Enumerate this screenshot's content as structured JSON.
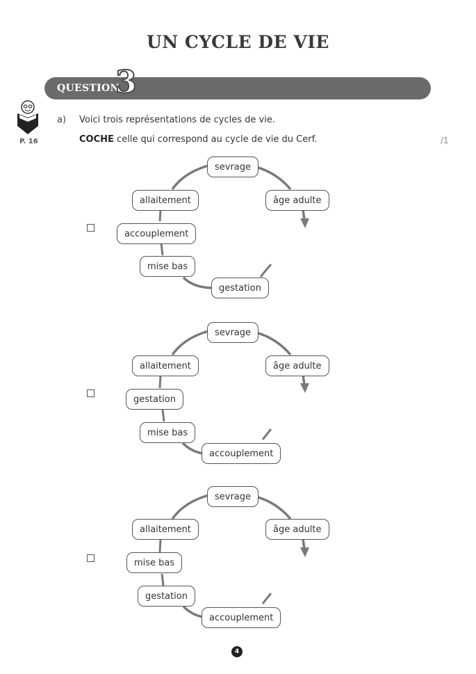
{
  "title": "UN CYCLE DE VIE",
  "question": {
    "label": "QUESTION",
    "number": "3"
  },
  "page_ref": "P. 16",
  "item_letter": "a)",
  "intro": "Voici trois représentations de cycles de vie.",
  "instruction": {
    "verb": "COCHE",
    "rest": "celle qui correspond au cycle de vie du Cerf."
  },
  "score": "/1",
  "options": [
    {
      "nodes": [
        "sevrage",
        "âge adulte",
        "allaitement",
        "accouplement",
        "mise bas",
        "gestation"
      ]
    },
    {
      "nodes": [
        "sevrage",
        "âge adulte",
        "allaitement",
        "gestation",
        "mise bas",
        "accouplement"
      ]
    },
    {
      "nodes": [
        "sevrage",
        "âge adulte",
        "allaitement",
        "mise bas",
        "gestation",
        "accouplement"
      ]
    }
  ],
  "page_number": "4"
}
